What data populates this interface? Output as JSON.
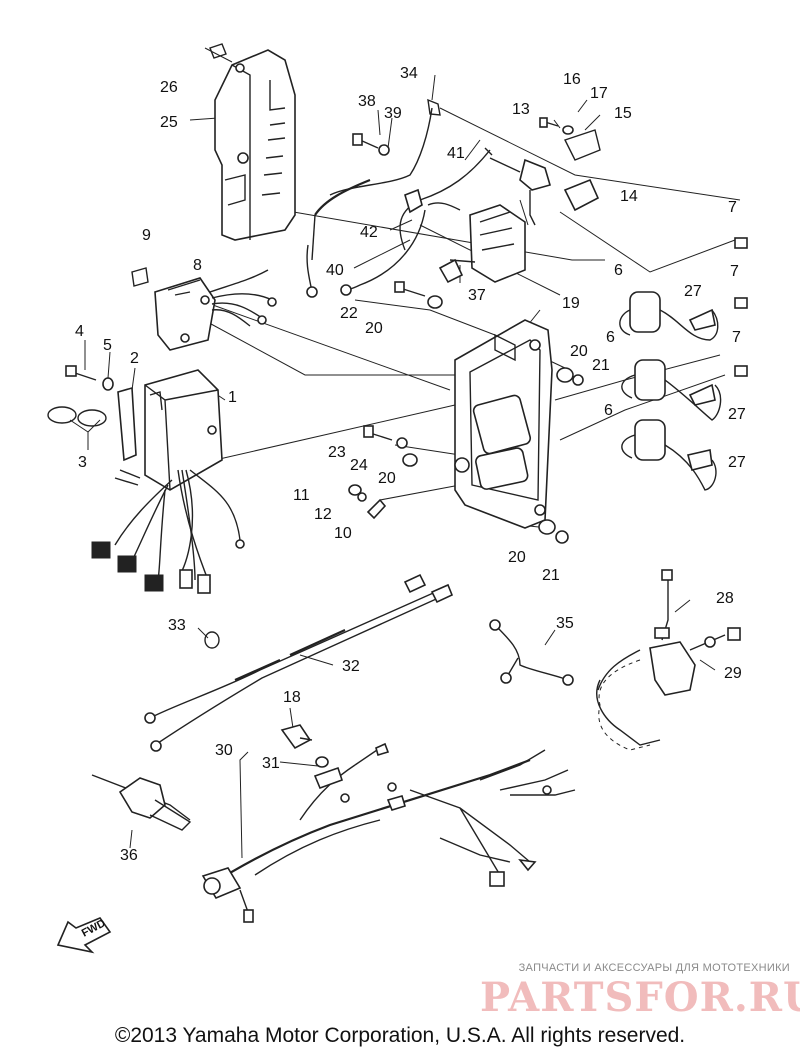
{
  "diagram": {
    "labels": {
      "l1": "1",
      "l2": "2",
      "l3": "3",
      "l4": "4",
      "l5": "5",
      "l6a": "6",
      "l6b": "6",
      "l6c": "6",
      "l7a": "7",
      "l7b": "7",
      "l7c": "7",
      "l8": "8",
      "l9": "9",
      "l10": "10",
      "l11": "11",
      "l12": "12",
      "l13": "13",
      "l14": "14",
      "l15": "15",
      "l16": "16",
      "l17": "17",
      "l18": "18",
      "l19": "19",
      "l20a": "20",
      "l20b": "20",
      "l20c": "20",
      "l20d": "20",
      "l21a": "21",
      "l21b": "21",
      "l22": "22",
      "l23": "23",
      "l24": "24",
      "l25": "25",
      "l26": "26",
      "l27a": "27",
      "l27b": "27",
      "l27c": "27",
      "l28": "28",
      "l29": "29",
      "l30": "30",
      "l31": "31",
      "l32": "32",
      "l33": "33",
      "l34": "34",
      "l35": "35",
      "l36": "36",
      "l37": "37",
      "l38": "38",
      "l39": "39",
      "l40": "40",
      "l41": "41",
      "l42": "42"
    },
    "fwd_label": "FWD"
  },
  "watermark": {
    "tagline": "ЗАПЧАСТИ И АКСЕССУАРЫ ДЛЯ МОТОТЕХНИКИ",
    "logo": "PARTSFOR.RU"
  },
  "footer": {
    "copyright": "©2013 Yamaha Motor Corporation, U.S.A. All rights reserved."
  },
  "colors": {
    "line": "#222222",
    "background": "#ffffff",
    "watermark": "#f1bcbc"
  }
}
